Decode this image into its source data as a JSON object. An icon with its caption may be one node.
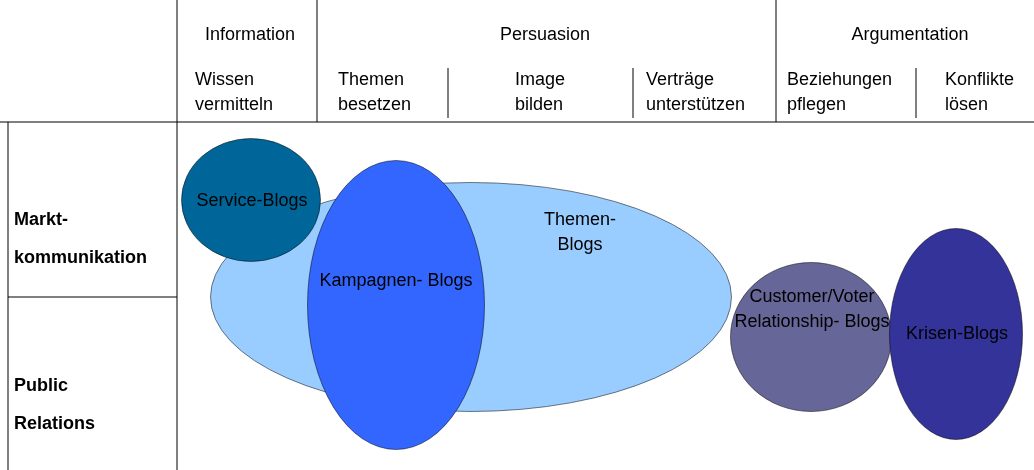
{
  "diagram": {
    "nodes": [
      {
        "text": [
          "Service-Blogs"
        ]
      },
      {
        "text": [
          "Themen- Blogs"
        ]
      },
      {
        "text": [
          "Kampagnen- Blogs"
        ]
      },
      {
        "text": [
          "Customer/Voter Relationship- Blogs"
        ]
      },
      {
        "text": [
          "Krisen-Blogs"
        ]
      }
    ],
    "labels": [
      "Information",
      "Persuasion",
      "Argumentation",
      "Wissen vermitteln",
      "Themen besetzen",
      "Image bilden",
      "Verträge unterstützen",
      "Beziehungen pflegen",
      "Konflikte lösen",
      "Markt- kommunikation",
      "Public Relations"
    ]
  }
}
